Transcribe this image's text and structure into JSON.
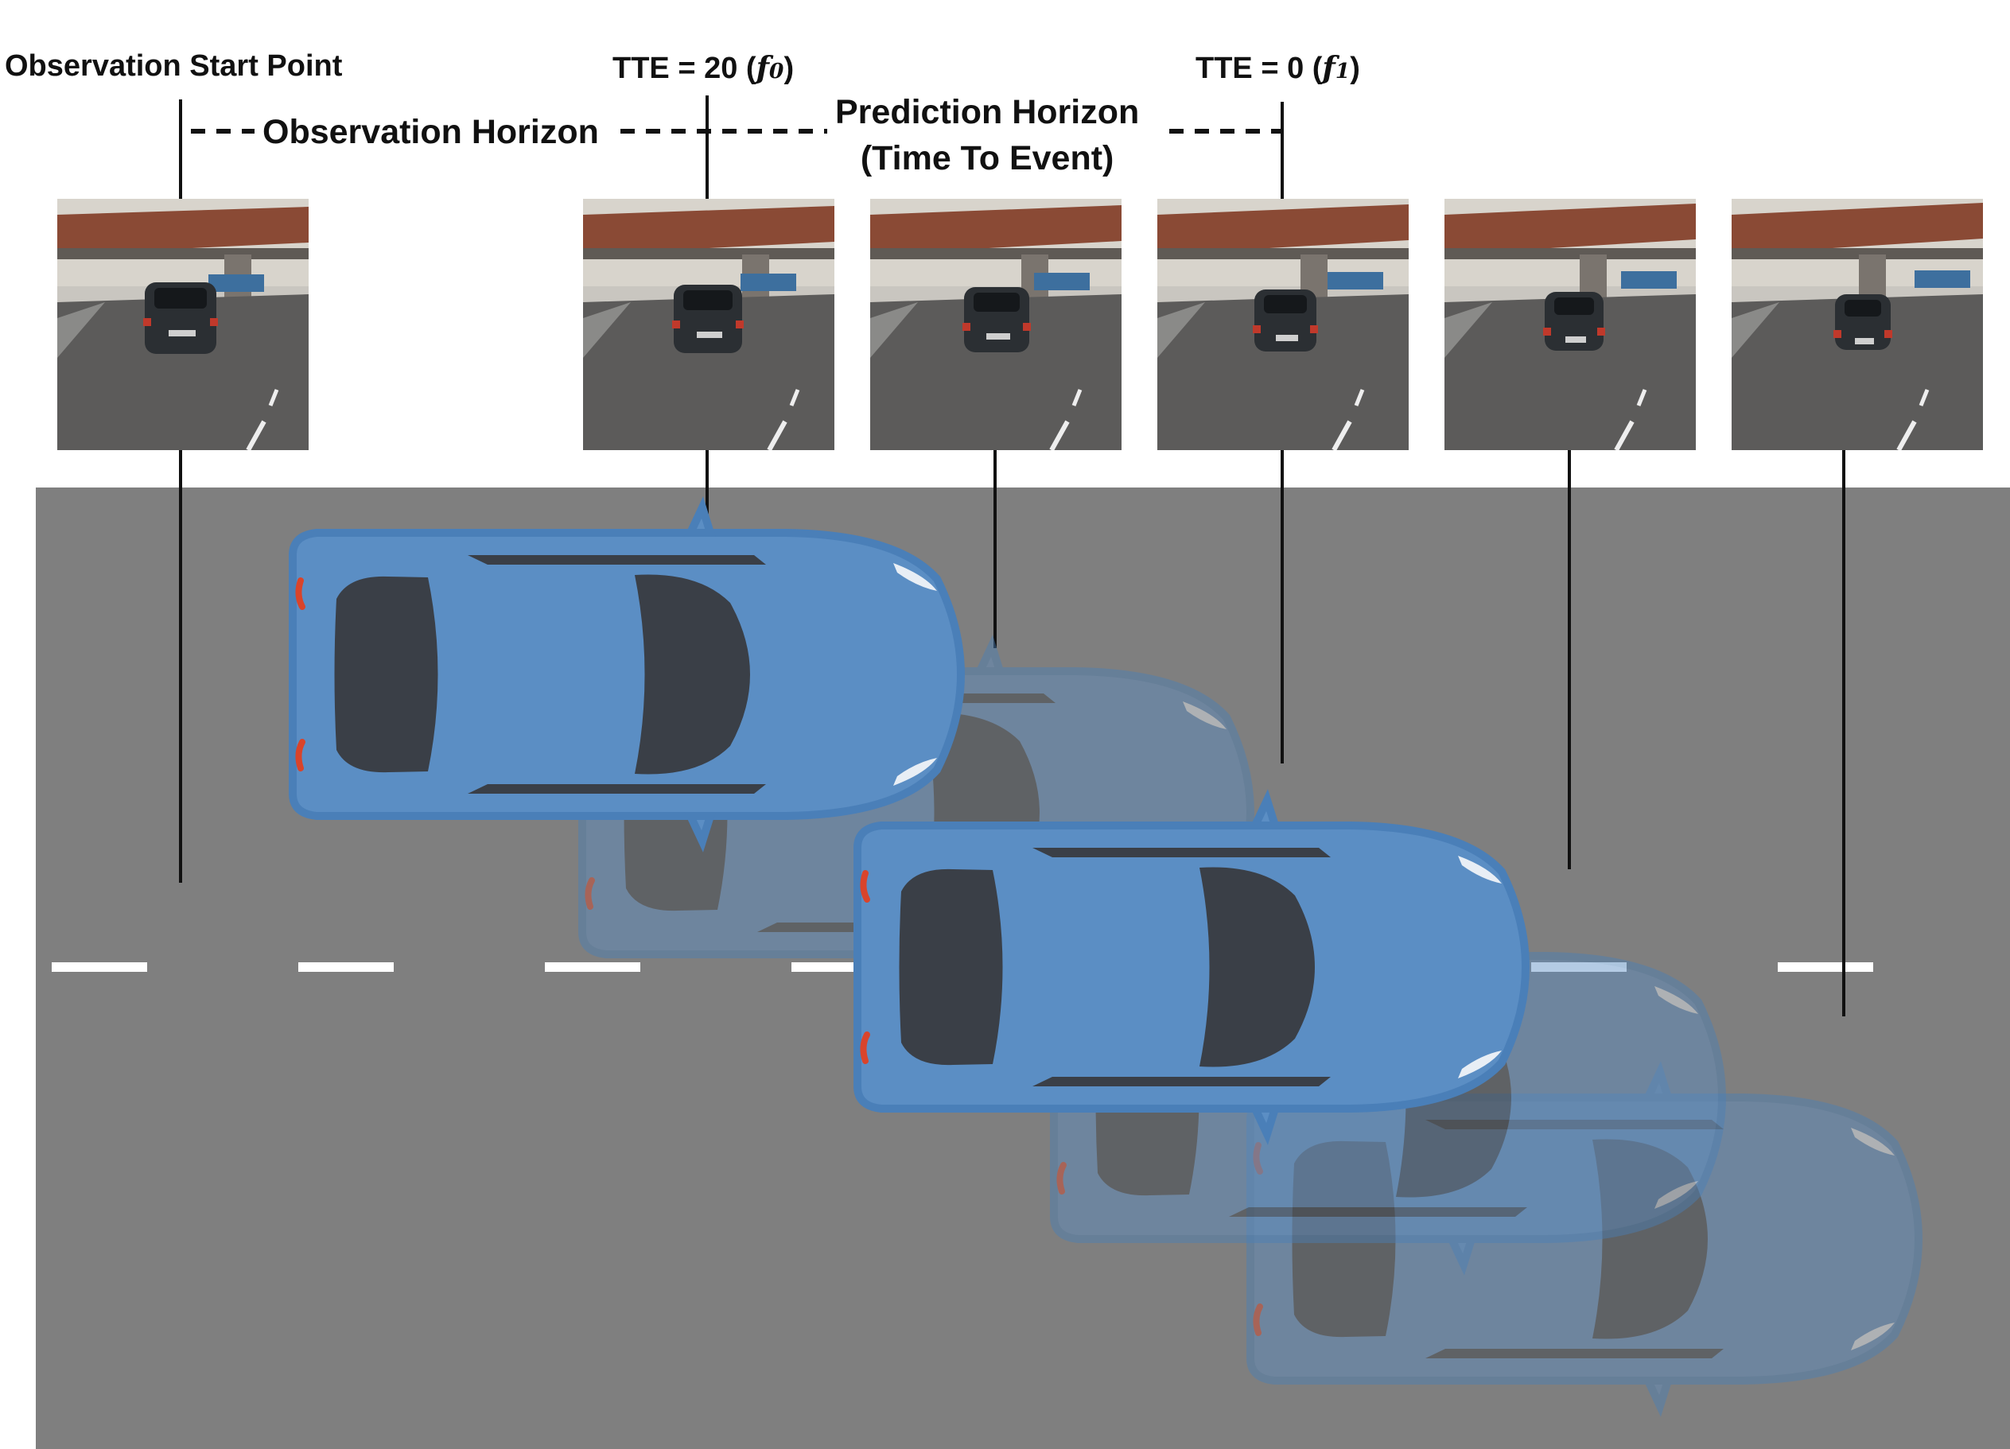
{
  "labels": {
    "observation_start": "Observation Start Point",
    "tte20_prefix": "TTE = 20 (",
    "tte20_symbol": "f",
    "tte20_sub": "0",
    "tte20_suffix": ")",
    "tte0_prefix": "TTE = 0 (",
    "tte0_symbol": "f",
    "tte0_sub": "1",
    "tte0_suffix": ")",
    "observation_horizon": "Observation Horizon",
    "prediction_horizon_line1": "Prediction Horizon",
    "prediction_horizon_line2": "(Time To Event)"
  },
  "colors": {
    "road": "#7f7f7f",
    "lane_marking": "#ffffff",
    "car_body": "#5b8ec4",
    "car_outline": "#4a7fb8",
    "car_glass": "#3a3f47",
    "tail_light": "#d9442b",
    "text": "#111111"
  },
  "frames": [
    {
      "name": "frame-1",
      "icon": "dashcam-frame"
    },
    {
      "name": "frame-tte20",
      "icon": "dashcam-frame"
    },
    {
      "name": "frame-3",
      "icon": "dashcam-frame"
    },
    {
      "name": "frame-tte0",
      "icon": "dashcam-frame"
    },
    {
      "name": "frame-5",
      "icon": "dashcam-frame"
    },
    {
      "name": "frame-6",
      "icon": "dashcam-frame"
    }
  ],
  "cars": [
    {
      "name": "car-pos-1",
      "icon": "car-top-view-icon",
      "opacity": 1.0
    },
    {
      "name": "car-pos-2",
      "icon": "car-top-view-icon",
      "opacity": 0.45
    },
    {
      "name": "car-pos-3",
      "icon": "car-top-view-icon",
      "opacity": 1.0
    },
    {
      "name": "car-pos-4",
      "icon": "car-top-view-icon",
      "opacity": 0.45
    },
    {
      "name": "car-pos-5",
      "icon": "car-top-view-icon",
      "opacity": 0.45
    }
  ]
}
